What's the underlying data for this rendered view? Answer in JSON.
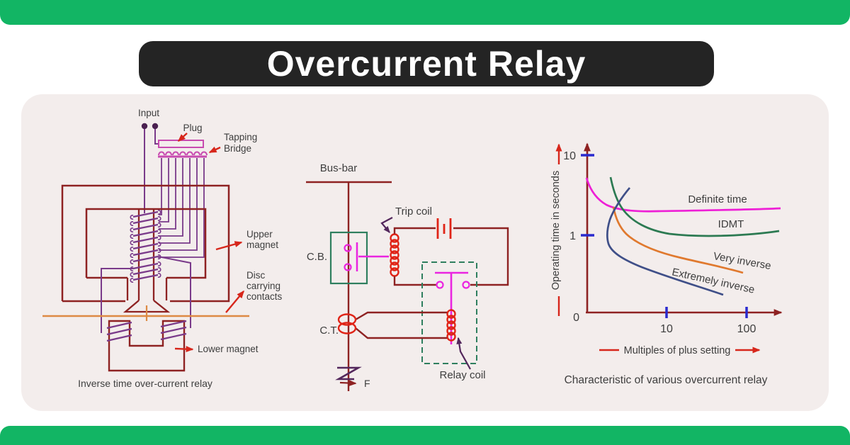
{
  "page": {
    "title": "Overcurrent Relay"
  },
  "colors": {
    "accent_green": "#12b564",
    "title_bg": "#242424",
    "panel_bg": "#f3edec",
    "wire_dark_red": "#8e2222",
    "wire_purple": "#7a3a8a",
    "magenta": "#ea25e0",
    "component_green": "#2f7f5f",
    "component_red": "#e02417",
    "pointer_red": "#d7261b",
    "disc_orange": "#dd8a44",
    "tick_blue": "#2a2ace",
    "text_gray": "#3e3e3e"
  },
  "left_diagram": {
    "labels": {
      "input": "Input",
      "plug": "Plug",
      "tapping_line1": "Tapping",
      "tapping_line2": "Bridge",
      "upper_line1": "Upper",
      "upper_line2": "magnet",
      "disc_line1": "Disc",
      "disc_line2": "carrying",
      "disc_line3": "contacts",
      "lower": "Lower magnet",
      "caption": "Inverse time over-current relay"
    }
  },
  "middle_diagram": {
    "labels": {
      "busbar": "Bus-bar",
      "trip_coil": "Trip coil",
      "cb": "C.B.",
      "ct": "C.T.",
      "relay_coil": "Relay coil",
      "fault": "F"
    }
  },
  "chart": {
    "y_tick_labels": [
      "10",
      "1",
      "0"
    ],
    "x_tick_labels": [
      "10",
      "100"
    ],
    "ylabel": "Operating time in seconds",
    "xlabel": "Multiples of plus setting",
    "caption": "Characteristic of various overcurrent relay"
  },
  "chart_data": {
    "type": "line",
    "title": "Characteristic of various overcurrent relay",
    "xlabel": "Multiples of plus setting",
    "ylabel": "Operating time in seconds",
    "x_ticks": [
      10,
      100
    ],
    "y_ticks": [
      0,
      1,
      10
    ],
    "axis_note": "stylized axis; values estimated from curve positions",
    "legend_position": "labels next to curves",
    "grid": false,
    "series": [
      {
        "name": "Definite time",
        "color": "#ee1fd6",
        "points": [
          [
            1,
            5.0
          ],
          [
            2,
            2.8
          ],
          [
            4,
            2.4
          ],
          [
            10,
            2.2
          ],
          [
            30,
            2.2
          ],
          [
            100,
            2.2
          ],
          [
            200,
            2.3
          ]
        ]
      },
      {
        "name": "IDMT",
        "color": "#2c7a52",
        "points": [
          [
            3,
            5.2
          ],
          [
            4,
            2.6
          ],
          [
            6,
            1.6
          ],
          [
            10,
            1.15
          ],
          [
            30,
            1.0
          ],
          [
            100,
            1.05
          ],
          [
            200,
            1.1
          ]
        ]
      },
      {
        "name": "Very inverse",
        "color": "#e0792e",
        "points": [
          [
            3.5,
            2.4
          ],
          [
            4,
            1.6
          ],
          [
            6,
            0.95
          ],
          [
            10,
            0.7
          ],
          [
            30,
            0.5
          ],
          [
            80,
            0.4
          ]
        ]
      },
      {
        "name": "Extremely inverse",
        "color": "#3f4f88",
        "points": [
          [
            5,
            3.8
          ],
          [
            4,
            2.2
          ],
          [
            3.3,
            1.1
          ],
          [
            3.5,
            0.75
          ],
          [
            5,
            0.55
          ],
          [
            10,
            0.42
          ],
          [
            40,
            0.28
          ],
          [
            90,
            0.2
          ]
        ]
      }
    ]
  }
}
